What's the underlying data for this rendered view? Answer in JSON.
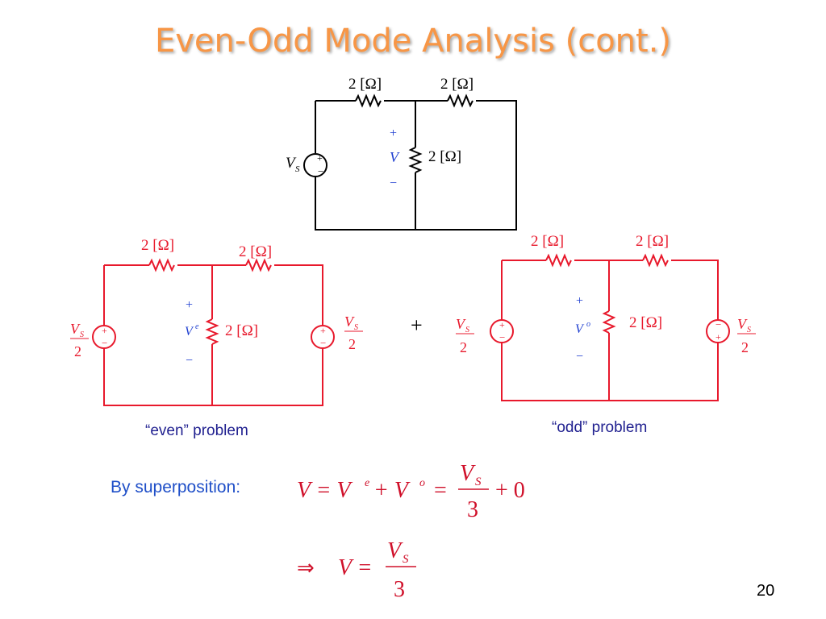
{
  "slide": {
    "title": "Even-Odd Mode Analysis (cont.)",
    "page_number": "20"
  },
  "labels": {
    "resistor": "2 [Ω]",
    "plus": "+",
    "minus": "−",
    "source_v": "V",
    "sub_s": "S",
    "two": "2",
    "v_node": "V",
    "sup_e": "e",
    "sup_o": "o",
    "superposition_plus": "+"
  },
  "captions": {
    "even": "“even” problem",
    "odd": "“odd” problem",
    "by_superposition": "By superposition:"
  },
  "equation1": {
    "lhs": "V = V",
    "e": "e",
    "plus_v": " + V",
    "o": "o",
    "eq": "=",
    "num_v": "V",
    "num_s": "S",
    "den": "3",
    "tail": "+ 0"
  },
  "equation2": {
    "implies": "⇒",
    "lhs": "V =",
    "num_v": "V",
    "num_s": "S",
    "den": "3"
  },
  "colors": {
    "title": "#F79646",
    "circuit_black": "#000000",
    "circuit_red": "#E8192C",
    "math_red": "#D0102A",
    "node_blue": "#1F3FD0",
    "caption": "#1F1F8F"
  }
}
